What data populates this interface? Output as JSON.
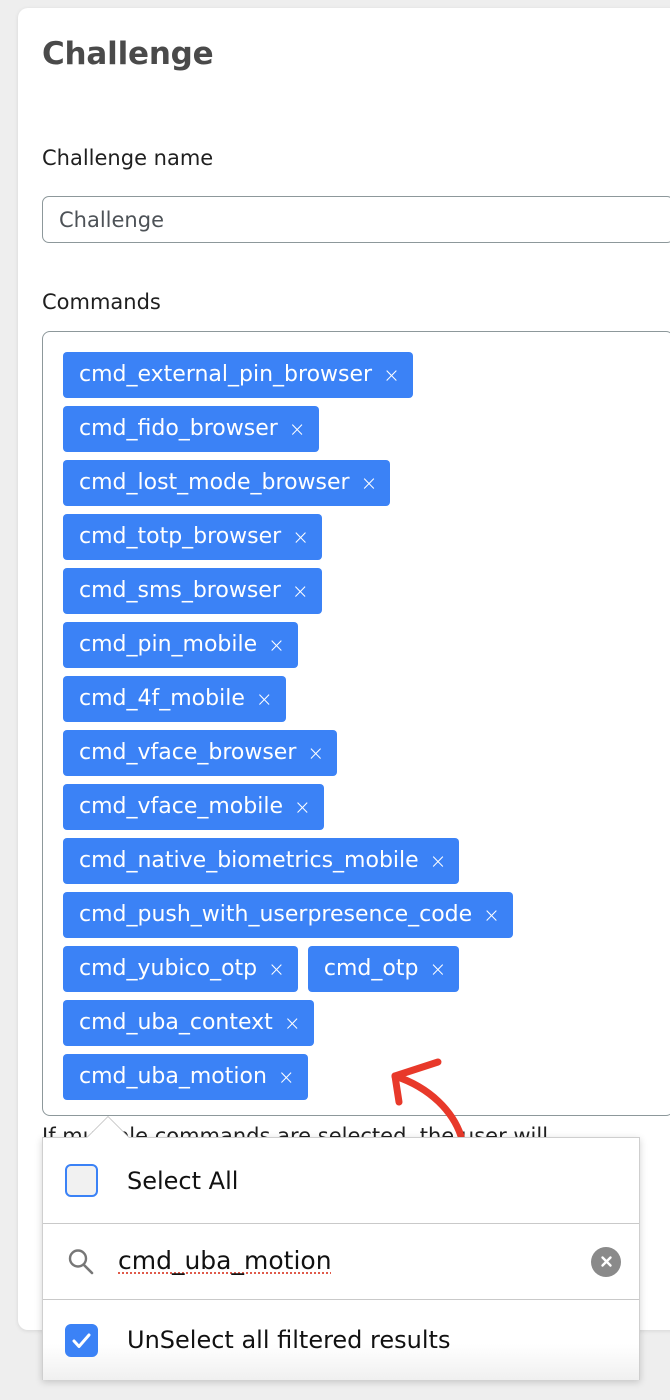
{
  "page": {
    "title": "Challenge"
  },
  "form": {
    "challenge_name_label": "Challenge name",
    "challenge_name_value": "Challenge",
    "challenge_name_placeholder": "Challenge",
    "commands_label": "Commands",
    "helper_text": "If multiple commands are selected, the user will"
  },
  "commands": {
    "rows": [
      [
        "cmd_external_pin_browser"
      ],
      [
        "cmd_fido_browser"
      ],
      [
        "cmd_lost_mode_browser"
      ],
      [
        "cmd_totp_browser"
      ],
      [
        "cmd_sms_browser"
      ],
      [
        "cmd_pin_mobile"
      ],
      [
        "cmd_4f_mobile"
      ],
      [
        "cmd_vface_browser"
      ],
      [
        "cmd_vface_mobile"
      ],
      [
        "cmd_native_biometrics_mobile"
      ],
      [
        "cmd_push_with_userpresence_code"
      ],
      [
        "cmd_yubico_otp",
        "cmd_otp"
      ],
      [
        "cmd_uba_context"
      ],
      [
        "cmd_uba_motion"
      ]
    ],
    "remove_glyph": "×",
    "chip_color": "#3b82f6",
    "chip_text_color": "#ffffff"
  },
  "dropdown": {
    "select_all_label": "Select All",
    "select_all_checked": false,
    "search_value": "cmd_uba_motion",
    "search_icon": "search-icon",
    "clear_icon": "clear-circle-icon",
    "unselect_all_label": "UnSelect all filtered results",
    "unselect_all_checked": true,
    "accent_color": "#3b82f6"
  },
  "annotation": {
    "type": "hand-drawn-arrow",
    "color": "#e8392a",
    "points_to": "cmd_uba_motion"
  }
}
